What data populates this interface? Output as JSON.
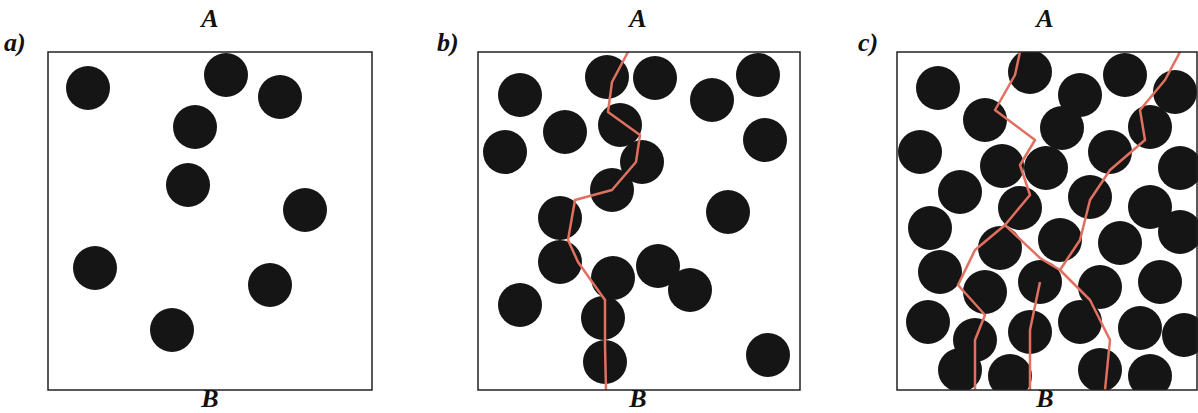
{
  "diagram": {
    "labels": [
      "a)",
      "A",
      "B",
      "b)",
      "A",
      "B",
      "c)",
      "A",
      "B"
    ]
  }
}
